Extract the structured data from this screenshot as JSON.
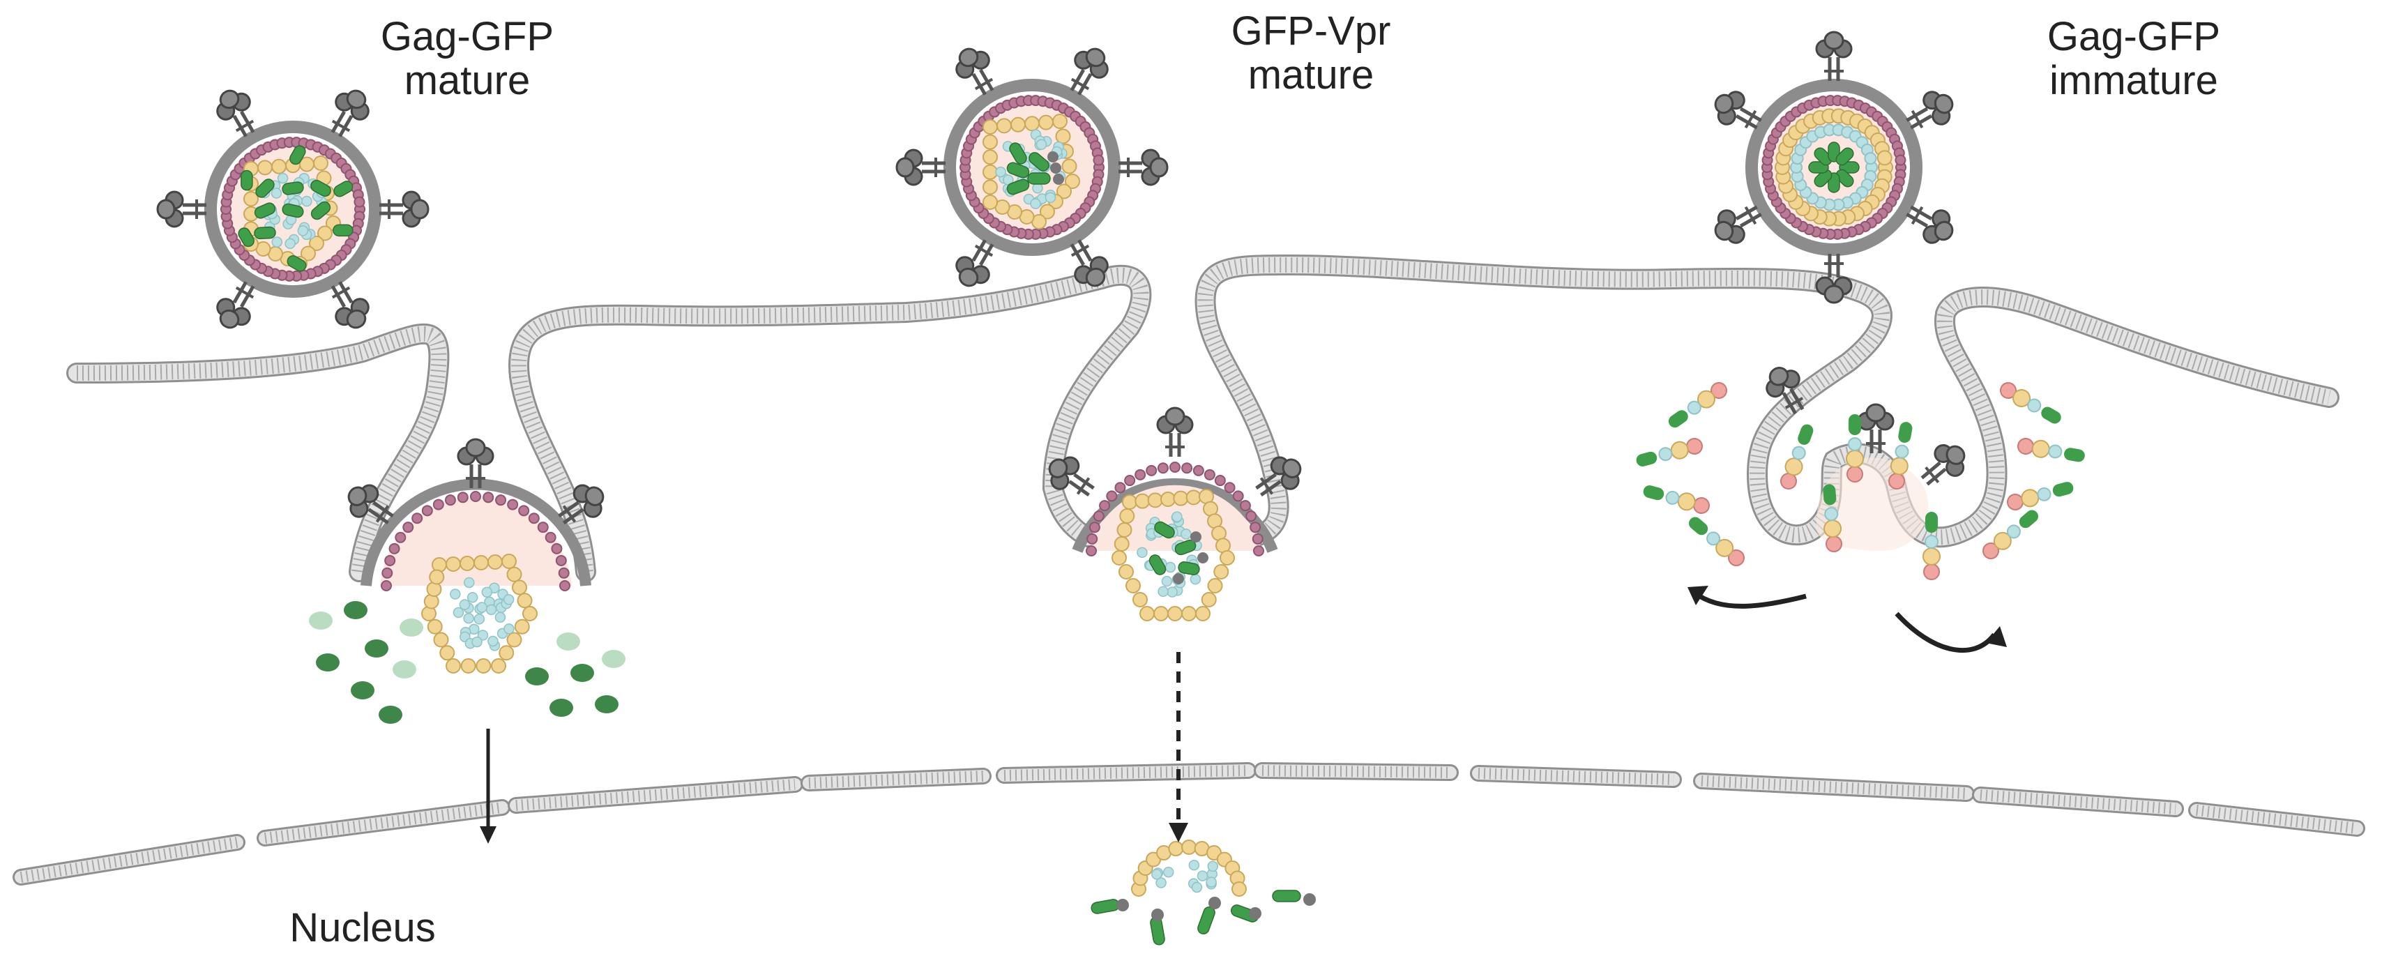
{
  "labels": {
    "left": [
      "Gag-GFP",
      "mature"
    ],
    "middle": [
      "GFP-Vpr",
      "mature"
    ],
    "right": [
      "Gag-GFP",
      "immature"
    ],
    "nucleus": "Nucleus"
  },
  "colors": {
    "membrane": "#b9b9b9",
    "membrane_edge": "#8f8f8f",
    "matrix": "#b97a96",
    "capsid": "#f2d592",
    "capsid_edge": "#c9a85a",
    "nc": "#b9e0e3",
    "gfp": "#3f9e4a",
    "gfp_dark": "#2a7a35",
    "virion_fill": "#fbe7df",
    "envelope_protein": "#777777",
    "arrow": "#222222",
    "salmon": "#f0a5a0"
  },
  "icons": [
    "env-spike-icon",
    "gfp-molecule-icon",
    "capsid-protein-icon",
    "arrow-icon"
  ]
}
